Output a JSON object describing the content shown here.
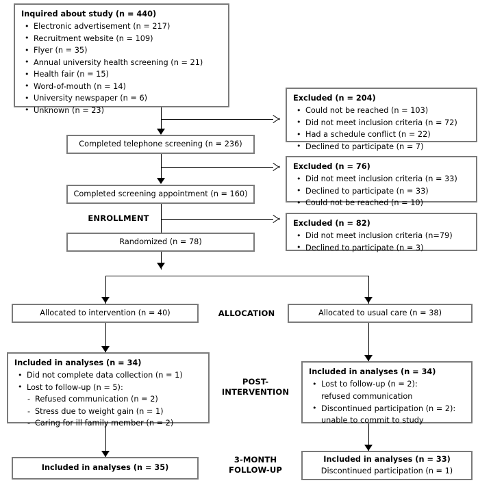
{
  "diagram": {
    "title": "CONSORT participant flow diagram",
    "colors": {
      "box_border": "#7a7a7a",
      "connector": "#000000",
      "background": "#ffffff",
      "text": "#000000"
    }
  },
  "boxes": {
    "inquired": {
      "header": "Inquired about study (n = 440)",
      "items": [
        "Electronic advertisement (n = 217)",
        "Recruitment website (n = 109)",
        "Flyer (n = 35)",
        "Annual university health screening (n = 21)",
        "Health fair (n = 15)",
        "Word-of-mouth (n = 14)",
        "University newspaper (n = 6)",
        "Unknown (n = 23)"
      ]
    },
    "excluded_1": {
      "header": "Excluded (n = 204)",
      "items": [
        "Could not be reached (n = 103)",
        "Did not meet inclusion criteria (n = 72)",
        "Had a schedule conflict (n = 22)",
        "Declined to participate (n = 7)"
      ]
    },
    "telephone_screening": {
      "label": "Completed telephone screening (n = 236)"
    },
    "excluded_2": {
      "header": "Excluded (n = 76)",
      "items": [
        "Did not meet inclusion criteria (n = 33)",
        "Declined to participate (n = 33)",
        "Could not be reached (n = 10)"
      ]
    },
    "screening_appointment": {
      "label": "Completed screening appointment (n = 160)"
    },
    "excluded_3": {
      "header": "Excluded (n = 82)",
      "items": [
        "Did not meet inclusion criteria (n=79)",
        "Declined to participate (n = 3)"
      ]
    },
    "randomized": {
      "label": "Randomized (n = 78)"
    },
    "allocated_intervention": {
      "label": "Allocated to intervention (n = 40)"
    },
    "allocated_usual_care": {
      "label": "Allocated to usual care (n = 38)"
    },
    "post_intervention_left": {
      "header": "Included in analyses (n = 34)",
      "items": [
        "Did not complete data collection (n = 1)",
        "Lost to follow-up (n = 5):"
      ],
      "subitems": [
        "Refused communication (n = 2)",
        "Stress due to weight gain (n = 1)",
        "Caring for ill family member (n = 2)"
      ]
    },
    "post_intervention_right": {
      "header": "Included in analyses (n = 34)",
      "items": [
        {
          "bullet": "Lost to follow-up (n = 2):",
          "cont": "refused communication"
        },
        {
          "bullet": "Discontinued participation (n = 2):",
          "cont": "unable to commit to study"
        }
      ]
    },
    "followup_left": {
      "header": "Included in analyses (n = 35)"
    },
    "followup_right": {
      "header": "Included in analyses (n = 33)",
      "sub": "Discontinued participation (n = 1)"
    }
  },
  "stage_labels": {
    "enrollment": "ENROLLMENT",
    "allocation": "ALLOCATION",
    "post_intervention": "POST-\nINTERVENTION",
    "followup": "3-MONTH\nFOLLOW-UP"
  }
}
